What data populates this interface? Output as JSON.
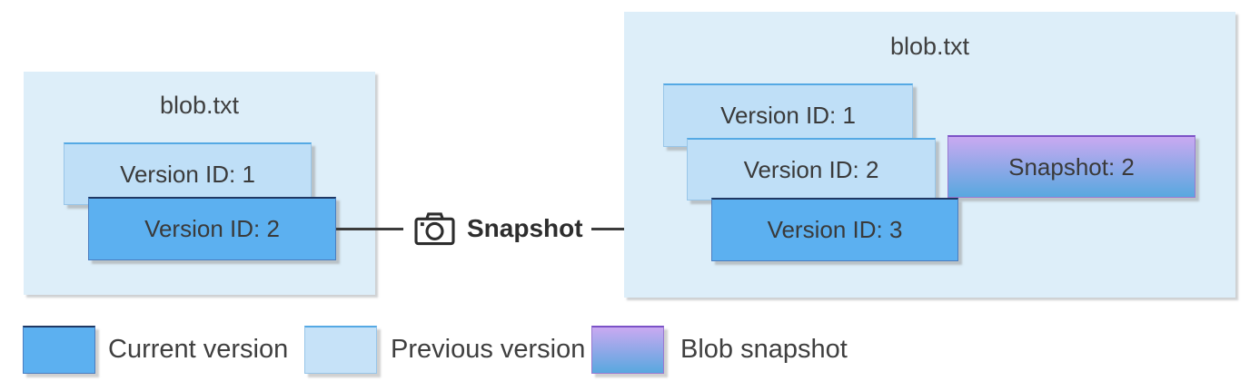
{
  "left_container": {
    "title": "blob.txt",
    "boxes": [
      {
        "label": "Version ID: 1",
        "type": "previous"
      },
      {
        "label": "Version ID: 2",
        "type": "current"
      }
    ]
  },
  "connector": {
    "label": "Snapshot",
    "icon": "camera-icon"
  },
  "right_container": {
    "title": "blob.txt",
    "boxes": [
      {
        "label": "Version ID: 1",
        "type": "previous"
      },
      {
        "label": "Version ID: 2",
        "type": "previous"
      },
      {
        "label": "Snapshot: 2",
        "type": "snapshot"
      },
      {
        "label": "Version ID: 3",
        "type": "current"
      }
    ]
  },
  "legend": {
    "items": [
      {
        "label": "Current version",
        "type": "current"
      },
      {
        "label": "Previous version",
        "type": "previous"
      },
      {
        "label": "Blob snapshot",
        "type": "snapshot"
      }
    ]
  },
  "colors": {
    "current_version": "#5CB0F0",
    "previous_version": "#BFDFF7",
    "snapshot_gradient_top": "#C9A9F1",
    "snapshot_gradient_bottom": "#58A8DF",
    "container_fill": "#DDEEF9",
    "text": "#3F3F3F",
    "arrow": "#3B3B3B"
  }
}
